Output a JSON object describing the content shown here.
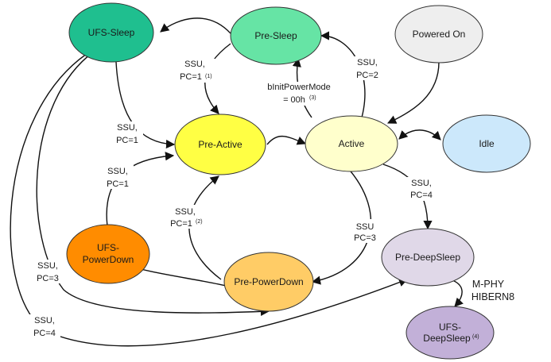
{
  "nodes": {
    "ufs_sleep": {
      "label": "UFS-Sleep",
      "color": "#1fbf8f"
    },
    "pre_sleep": {
      "label": "Pre-Sleep",
      "color": "#66e4a5"
    },
    "powered_on": {
      "label": "Powered On",
      "color": "#eeeeee"
    },
    "pre_active": {
      "label": "Pre-Active",
      "color": "#ffff44"
    },
    "active": {
      "label": "Active",
      "color": "#ffffcc"
    },
    "idle": {
      "label": "Idle",
      "color": "#cce8fb"
    },
    "ufs_powerdown": {
      "line1": "UFS-",
      "line2": "PowerDown",
      "color": "#ff8c00"
    },
    "pre_powerdown": {
      "label": "Pre-PowerDown",
      "color": "#ffcc66"
    },
    "pre_deepsleep": {
      "label": "Pre-DeepSleep",
      "color": "#e0d8e8"
    },
    "ufs_deepsleep": {
      "line1": "UFS-",
      "line2": "DeepSleep",
      "sup": "(4)",
      "color": "#c2b0d8"
    }
  },
  "edges": {
    "presleep_to_preactive": {
      "line1": "SSU,",
      "line2": "PC=1",
      "sup": "(1)"
    },
    "active_to_presleep_binit": {
      "line1": "bInitPowerMode",
      "line2": "= 00h",
      "sup": "(3)"
    },
    "active_to_presleep_ssu": {
      "line1": "SSU,",
      "line2": "PC=2"
    },
    "ufssleep_to_preactive": {
      "line1": "SSU,",
      "line2": "PC=1"
    },
    "ufspowerdown_to_preactive": {
      "line1": "SSU,",
      "line2": "PC=1"
    },
    "prepowerdown_to_preactive": {
      "line1": "SSU,",
      "line2": "PC=1",
      "sup": "(2)"
    },
    "active_to_prepowerdown": {
      "line1": "SSU",
      "line2": "PC=3"
    },
    "active_to_predeepsleep": {
      "line1": "SSU,",
      "line2": "PC=4"
    },
    "ufssleep_to_prepowerdown": {
      "line1": "SSU,",
      "line2": "PC=3"
    },
    "ufssleep_to_predeepsleep": {
      "line1": "SSU,",
      "line2": "PC=4"
    },
    "predeepsleep_to_ufsdeepsleep": {
      "line1": "M-PHY",
      "line2": "HIBERN8"
    }
  }
}
